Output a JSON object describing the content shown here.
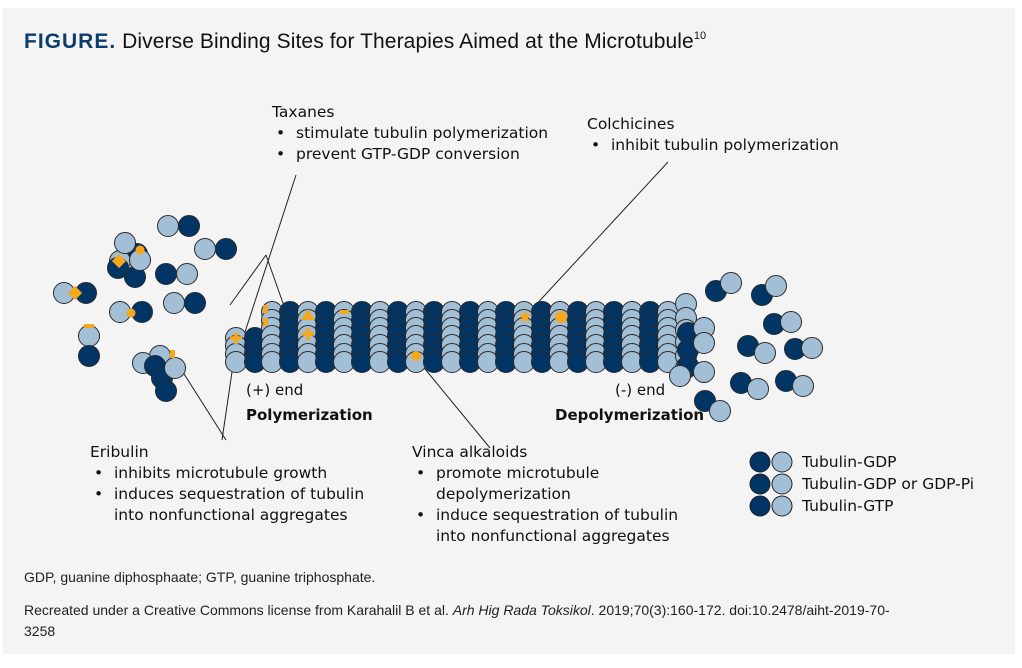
{
  "title": {
    "prefix": "FIGURE.",
    "text": "Diverse Binding Sites for Therapies Aimed at the Microtubule",
    "ref": "10"
  },
  "colors": {
    "dark_tubulin": "#003566",
    "light_tubulin": "#a3bfd6",
    "drug_marker": "#f5a81c",
    "title_accent": "#0b3d6b",
    "panel_bg": "#f4f4f4"
  },
  "drugs": {
    "taxanes": {
      "name": "Taxanes",
      "effects": [
        "stimulate tubulin polymerization",
        "prevent GTP-GDP conversion"
      ]
    },
    "colchicines": {
      "name": "Colchicines",
      "effects": [
        "inhibit tubulin polymerization"
      ]
    },
    "eribulin": {
      "name": "Eribulin",
      "effects": [
        "inhibits microtubule growth",
        "induces sequestration of tubulin",
        "into nonfunctional aggregates"
      ]
    },
    "vinca": {
      "name": "Vinca alkaloids",
      "effects": [
        "promote microtubule",
        "depolymerization",
        "induce sequestration of tubulin",
        "into nonfunctional aggregates"
      ]
    }
  },
  "ends": {
    "plus": {
      "label": "(+) end",
      "process": "Polymerization"
    },
    "minus": {
      "label": "(-) end",
      "process": "Depolymerization"
    }
  },
  "legend": [
    {
      "label": "Tubulin-GDP"
    },
    {
      "label": "Tubulin-GDP or GDP-Pi"
    },
    {
      "label": "Tubulin-GTP"
    }
  ],
  "footnotes": {
    "abbrev": "GDP, guanine diphosphaate; GTP, guanine triphosphate.",
    "credit_pre": "Recreated under a Creative Commons license from Karahalil B et al. ",
    "credit_journal": "Arh Hig Rada Toksikol",
    "credit_post": ". 2019;70(3):160-172. doi:10.2478/aiht-2019-70-",
    "credit_line2": "3258"
  }
}
